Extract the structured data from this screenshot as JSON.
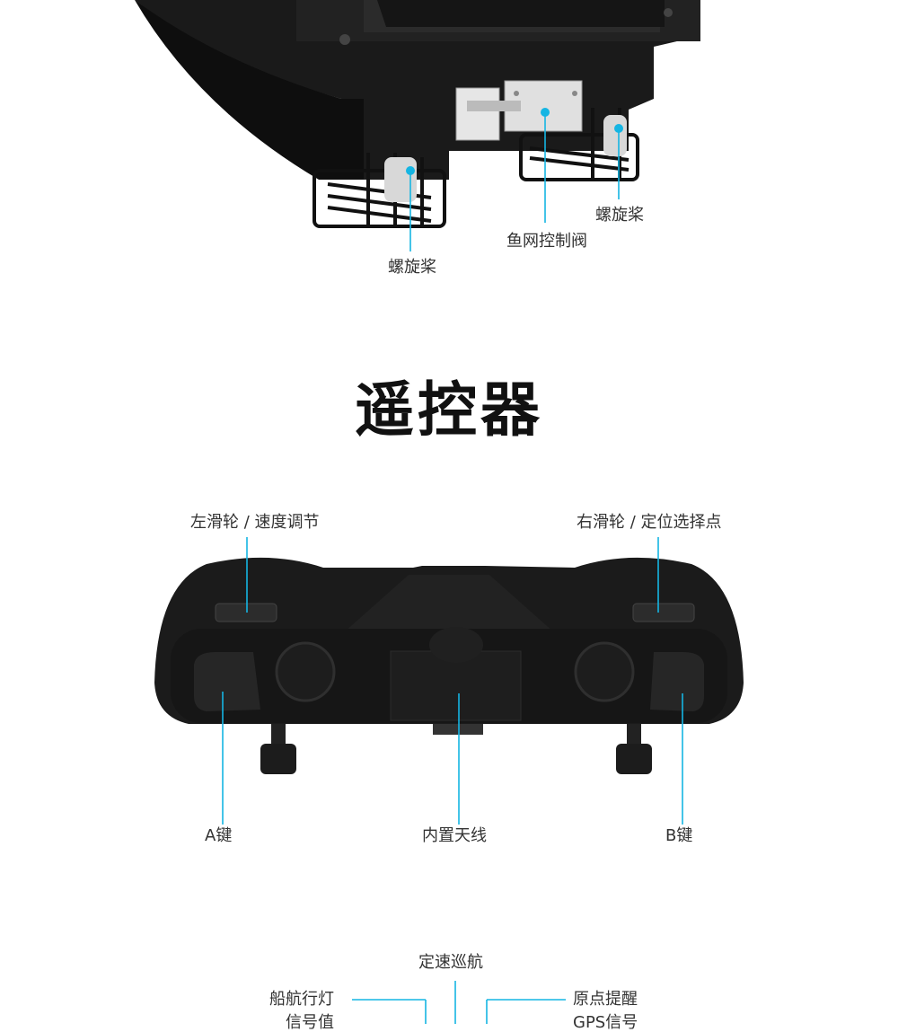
{
  "boat": {
    "labels": {
      "propeller_left": "螺旋桨",
      "net_valve": "鱼网控制阀",
      "propeller_right": "螺旋桨"
    }
  },
  "remote": {
    "title": "遥控器",
    "labels": {
      "left_wheel": "左滑轮 / 速度调节",
      "right_wheel": "右滑轮 / 定位选择点",
      "key_a": "A键",
      "antenna": "内置天线",
      "key_b": "B键"
    }
  },
  "panel": {
    "labels": {
      "cruise": "定速巡航",
      "nav_light": "船航行灯",
      "origin_reminder": "原点提醒",
      "signal_value": "信号值",
      "gps_signal": "GPS信号"
    }
  },
  "colors": {
    "accent": "#15b5e3",
    "device": "#1b1b1b"
  }
}
